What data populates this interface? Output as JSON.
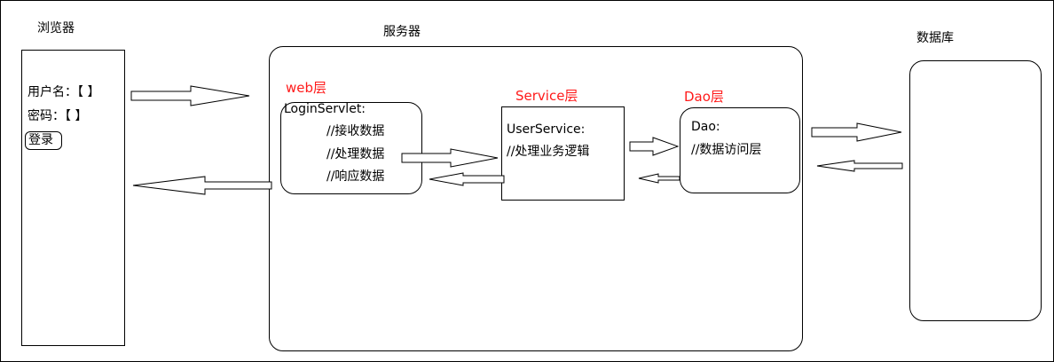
{
  "browser": {
    "title": "浏览器",
    "username_label": "用户名：【 】",
    "password_label": "密码：【 】",
    "login_button": "登录"
  },
  "server": {
    "title": "服务器",
    "web_layer": {
      "title": "web层",
      "class_name": "LoginServlet:",
      "steps": [
        "//接收数据",
        "//处理数据",
        "//响应数据"
      ]
    },
    "service_layer": {
      "title": "Service层",
      "class_name": "UserService:",
      "comment": "//处理业务逻辑"
    },
    "dao_layer": {
      "title": "Dao层",
      "class_name": "Dao:",
      "comment": "//数据访问层"
    }
  },
  "database": {
    "title": "数据库"
  },
  "colors": {
    "layer_title": "#ff1a1a",
    "stroke": "#000000"
  }
}
